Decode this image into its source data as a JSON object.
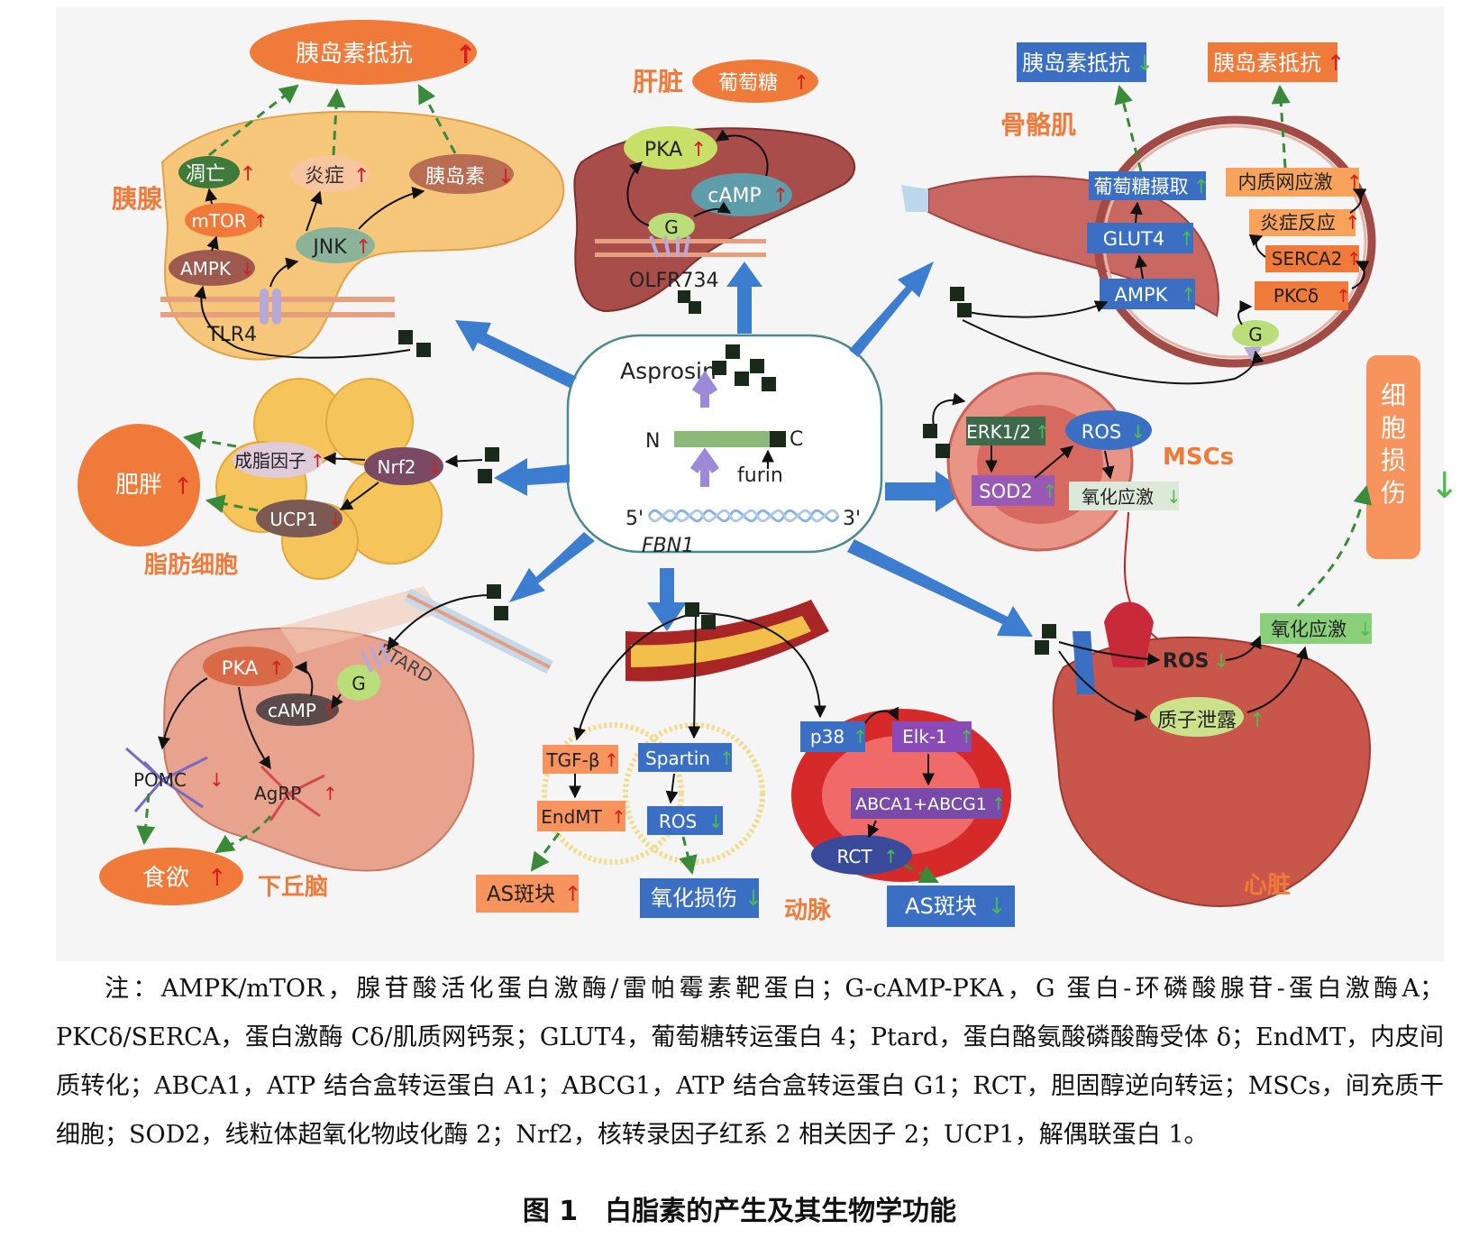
{
  "center": {
    "protein": "Asprosin",
    "n_term": "N",
    "c_term": "C",
    "enzyme": "furin",
    "five_prime": "5'",
    "three_prime": "3'",
    "gene": "FBN1"
  },
  "pancreas": {
    "organ": "胰腺",
    "outcome": "胰岛素抵抗",
    "outcome_arrow": "↑",
    "apoptosis": "凋亡",
    "inflammation": "炎症",
    "insulin": "胰岛素",
    "mtor": "mTOR",
    "jnk": "JNK",
    "ampk": "AMPK",
    "tlr4": "TLR4"
  },
  "liver": {
    "organ": "肝脏",
    "glucose": "葡萄糖",
    "pka": "PKA",
    "camp": "cAMP",
    "g": "G",
    "receptor": "OLFR734"
  },
  "muscle": {
    "organ": "骨骼肌",
    "ir_down": "胰岛素抵抗",
    "ir_up": "胰岛素抵抗",
    "glucose_uptake": "葡萄糖摄取",
    "glut4": "GLUT4",
    "ampk": "AMPK",
    "er_stress": "内质网应激",
    "inflammatory": "炎症反应",
    "serca2": "SERCA2",
    "pkcd": "PKCδ",
    "g": "G"
  },
  "adipocyte": {
    "organ": "脂肪细胞",
    "obesity": "肥胖",
    "adipogenic": "成脂因子",
    "nrf2": "Nrf2",
    "ucp1": "UCP1"
  },
  "mscs": {
    "organ": "MSCs",
    "erk": "ERK1/2",
    "ros": "ROS",
    "sod2": "SOD2",
    "oxidative": "氧化应激"
  },
  "cell_injury": {
    "label": "细胞损伤",
    "arrow": "↓"
  },
  "hypothalamus": {
    "organ": "下丘脑",
    "appetite": "食欲",
    "pka": "PKA",
    "g": "G",
    "camp": "cAMP",
    "pomc": "POMC",
    "agrp": "AgRP",
    "receptor": "PTARD"
  },
  "artery": {
    "organ": "动脉",
    "tgfb": "TGF-β",
    "endmt": "EndMT",
    "as_up": "AS斑块",
    "spartin": "Spartin",
    "ros": "ROS",
    "ox_damage": "氧化损伤",
    "p38": "p38",
    "elk1": "Elk-1",
    "abca": "ABCA1+ABCG1",
    "rct": "RCT",
    "as_down": "AS斑块"
  },
  "heart": {
    "organ": "心脏",
    "ros": "ROS",
    "oxidative": "氧化应激",
    "proton": "质子泄露"
  },
  "caption": {
    "note": "注：AMPK/mTOR，腺苷酸活化蛋白激酶/雷帕霉素靶蛋白；G-cAMP-PKA，G 蛋白-环磷酸腺苷-蛋白激酶A；PKCδ/SERCA，蛋白激酶 Cδ/肌质网钙泵；GLUT4，葡萄糖转运蛋白 4；Ptard，蛋白酪氨酸磷酸酶受体 δ；EndMT，内皮间质转化；ABCA1，ATP 结合盒转运蛋白 A1；ABCG1，ATP 结合盒转运蛋白 G1；RCT，胆固醇逆向转运；MSCs，间充质干细胞；SOD2，线粒体超氧化物歧化酶 2；Nrf2，核转录因子红系 2 相关因子 2；UCP1，解偶联蛋白 1。",
    "title": "图 1　白脂素的产生及其生物学功能"
  },
  "arrows": {
    "up": "↑",
    "down": "↓"
  },
  "colors": {
    "orange": "#f07a3a",
    "blue": "#3a6fc4",
    "red": "#d41f1f",
    "green": "#2e9b3a",
    "bigArrow": "#3c7dd0",
    "panel": "#f5f5f5"
  }
}
